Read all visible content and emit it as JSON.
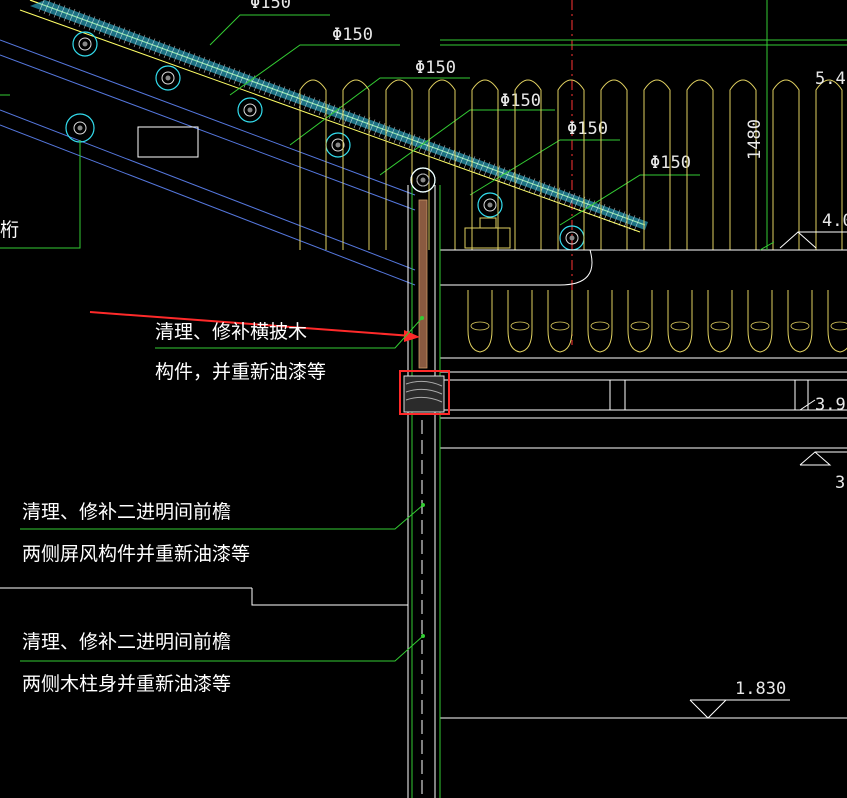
{
  "palette": {
    "background": "#000000",
    "roof_line": "#ffff66",
    "leader": "#33cc33",
    "tile_fill": "#33ccee",
    "wall": "#ffffff",
    "markup": "#ff2a2a",
    "axis": "#ff3333",
    "tile_edge": "#e0d060"
  },
  "dimensions": {
    "d1": "Φ150",
    "d2": "Φ150",
    "d3": "Φ150",
    "d4": "Φ150",
    "d5": "Φ150",
    "d6": "Φ150",
    "height": "1480"
  },
  "elevations": {
    "e_roof": "5.4",
    "e_eave": "4.0",
    "e_beam": "3.9",
    "e_floor": "3",
    "e_low": "1.830"
  },
  "annotations": {
    "note1_line1": "清理、修补横披木",
    "note1_line2": "构件，并重新油漆等",
    "note2_line1": "清理、修补二进明间前檐",
    "note2_line2": "两侧屏风构件并重新油漆等",
    "note3_line1": "清理、修补二进明间前檐",
    "note3_line2": "两侧木柱身并重新油漆等",
    "left_fragment": "桁"
  }
}
